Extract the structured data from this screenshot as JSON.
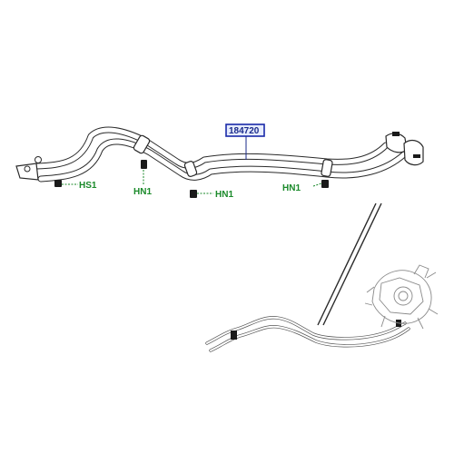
{
  "labels": {
    "part_number": "184720",
    "hs1": "HS1",
    "hn1_left": "HN1",
    "hn1_center": "HN1",
    "hn1_right": "HN1"
  },
  "colors": {
    "callout_green": "#1a8a2a",
    "part_box_border": "#1a2aa8",
    "part_box_fill": "#e6ecff",
    "line": "#2a2a2a"
  }
}
